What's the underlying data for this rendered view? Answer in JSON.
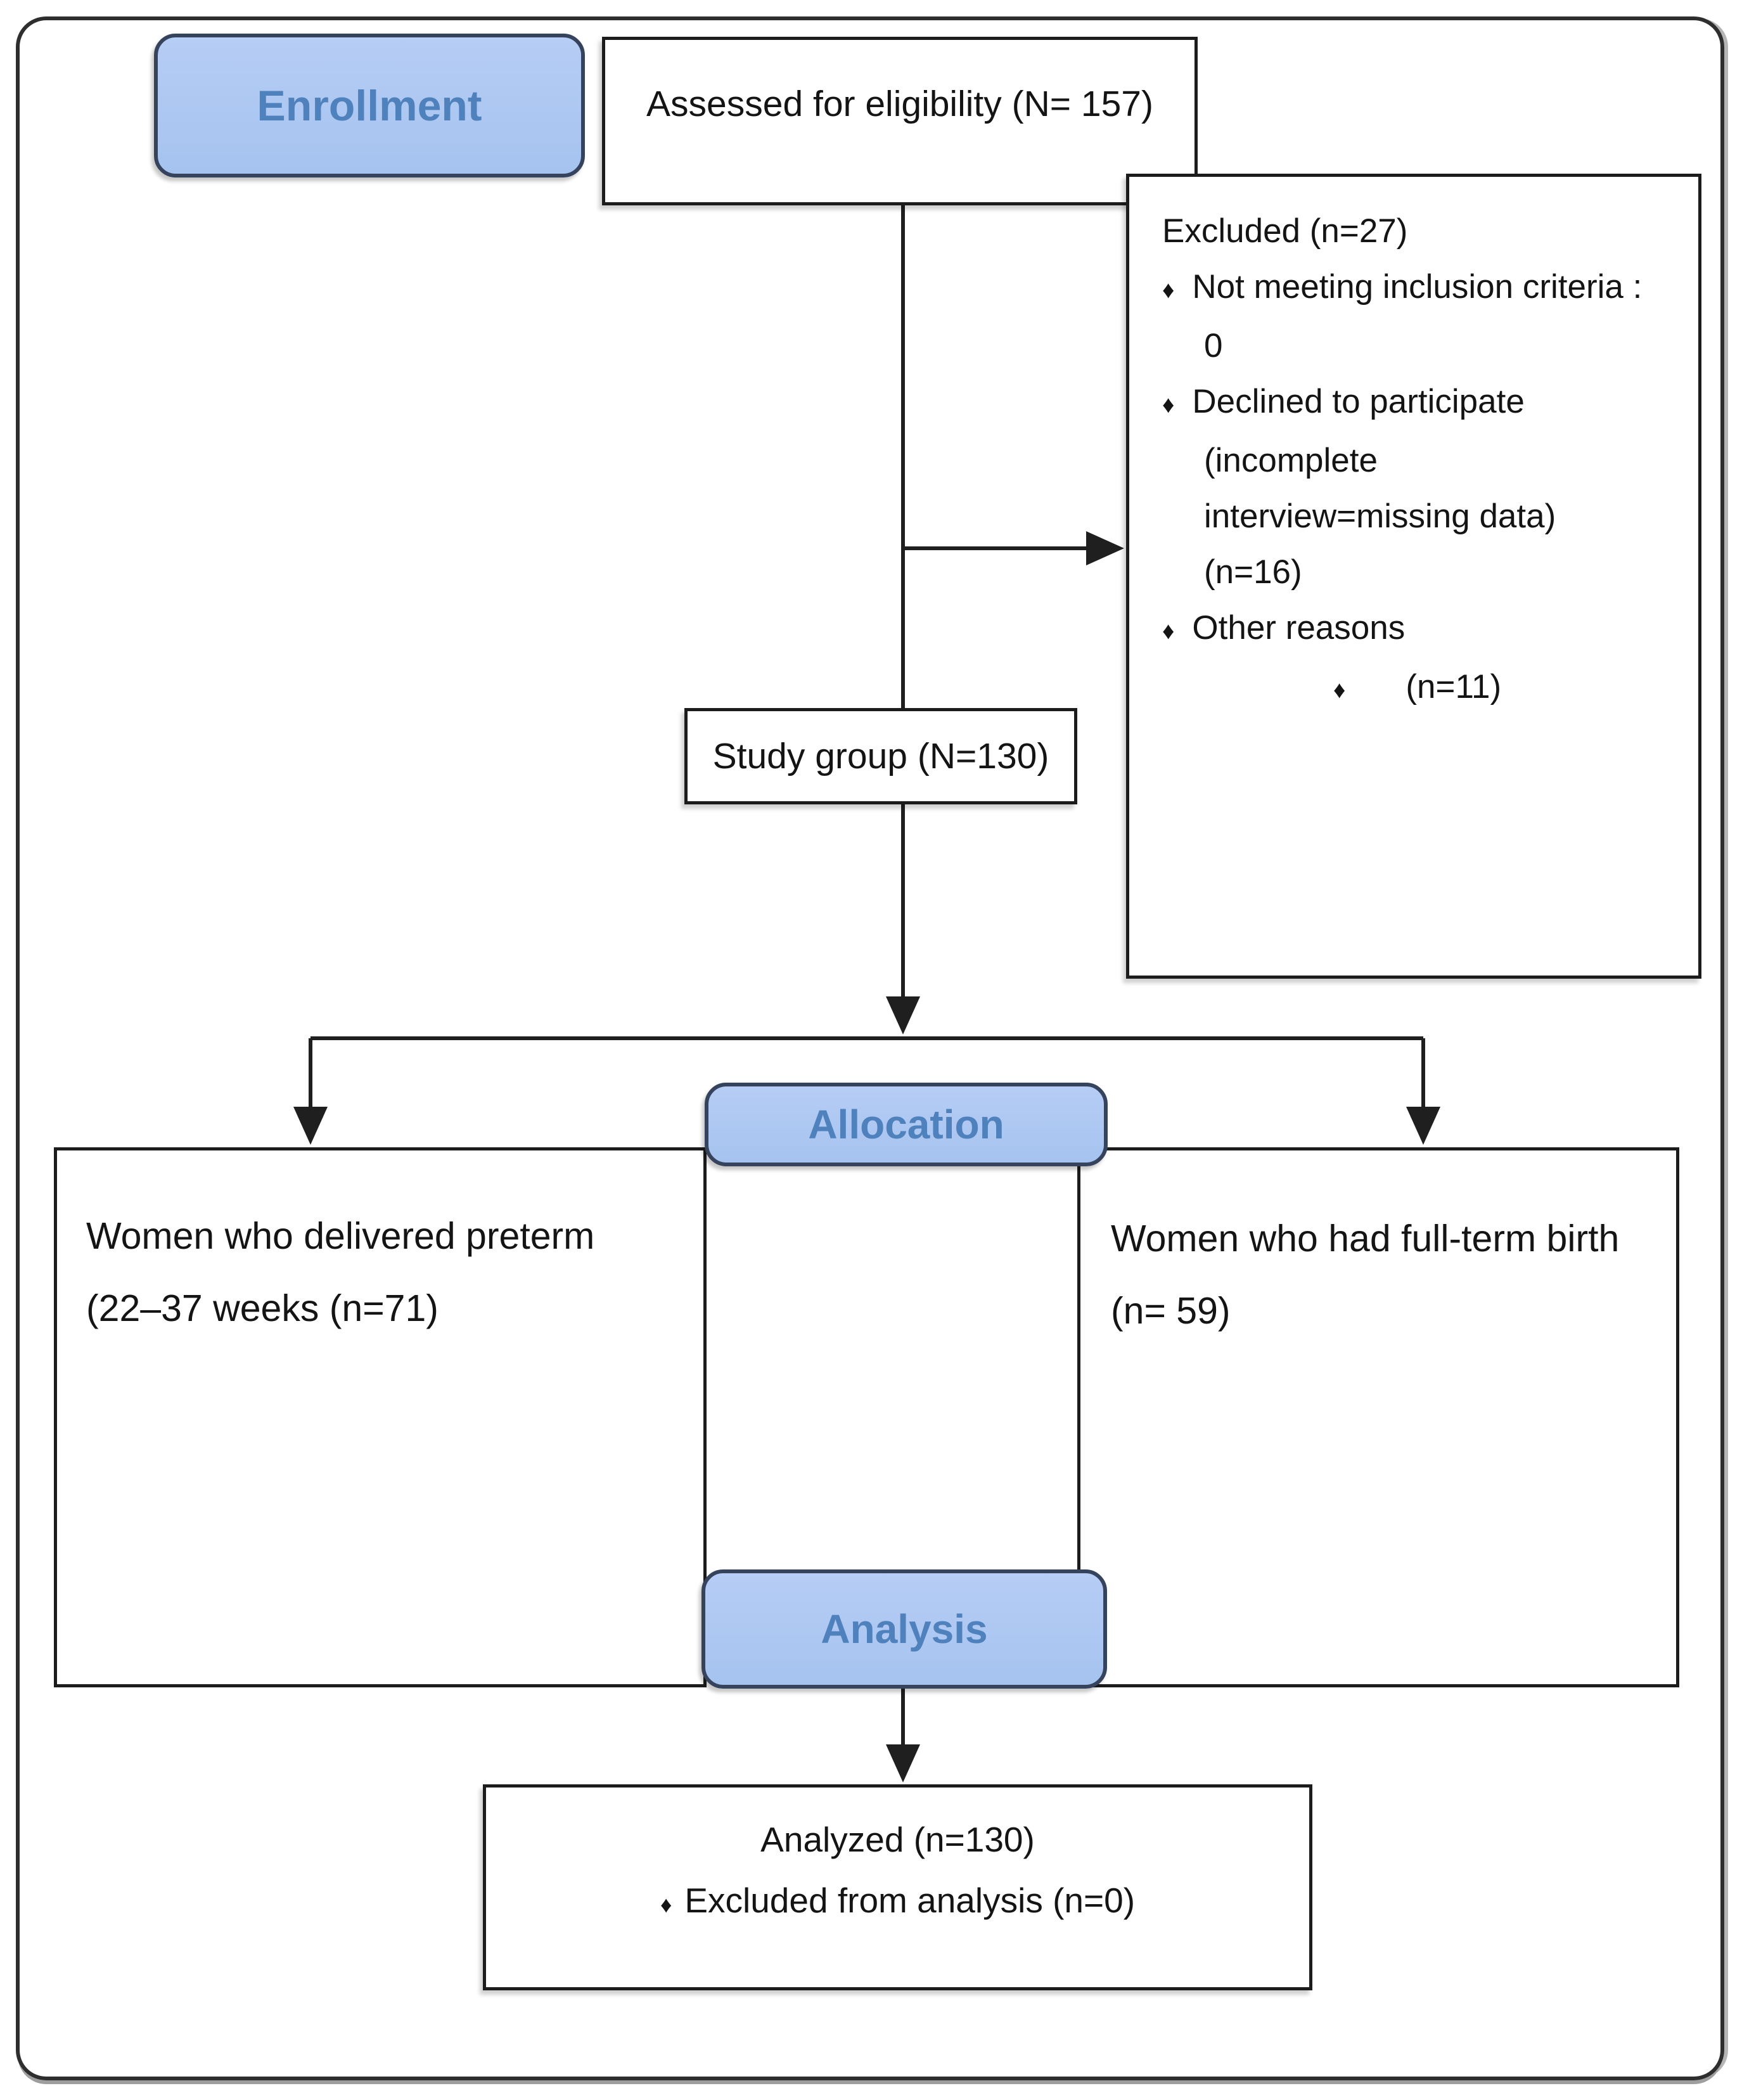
{
  "stages": {
    "enrollment_label": "Enrollment",
    "allocation_label": "Allocation",
    "analysis_label": "Analysis"
  },
  "assessed_label": "Assessed for eligibility (N= 157)",
  "study_group_label": "Study group (N=130)",
  "excluded": {
    "title": "Excluded  (n=27)",
    "item1": "Not meeting inclusion criteria :",
    "item1_cont": "0",
    "item2": "Declined to participate",
    "item2_cont1": "(incomplete",
    "item2_cont2": "interview=missing data)",
    "item2_cont3": "(n=16)",
    "item3": "Other reasons",
    "item3_sub": "(n=11)"
  },
  "preterm": {
    "line1": "Women who delivered preterm",
    "line2": "(22–37 weeks (n=71)"
  },
  "fullterm": {
    "line1": "Women who had full-term birth",
    "line2": "(n= 59)"
  },
  "analyzed": {
    "line1": "Analyzed (n=130)",
    "line2": "Excluded from analysis (n=0)"
  },
  "bullet": "♦",
  "colors": {
    "header_fill": "#aac6f1",
    "header_border": "#36435c",
    "header_text": "#4f81bd",
    "box_border": "#1c1c1c",
    "line_color": "#1f1f1f",
    "frame_border": "#2e2e2e",
    "text_color": "#141414"
  }
}
